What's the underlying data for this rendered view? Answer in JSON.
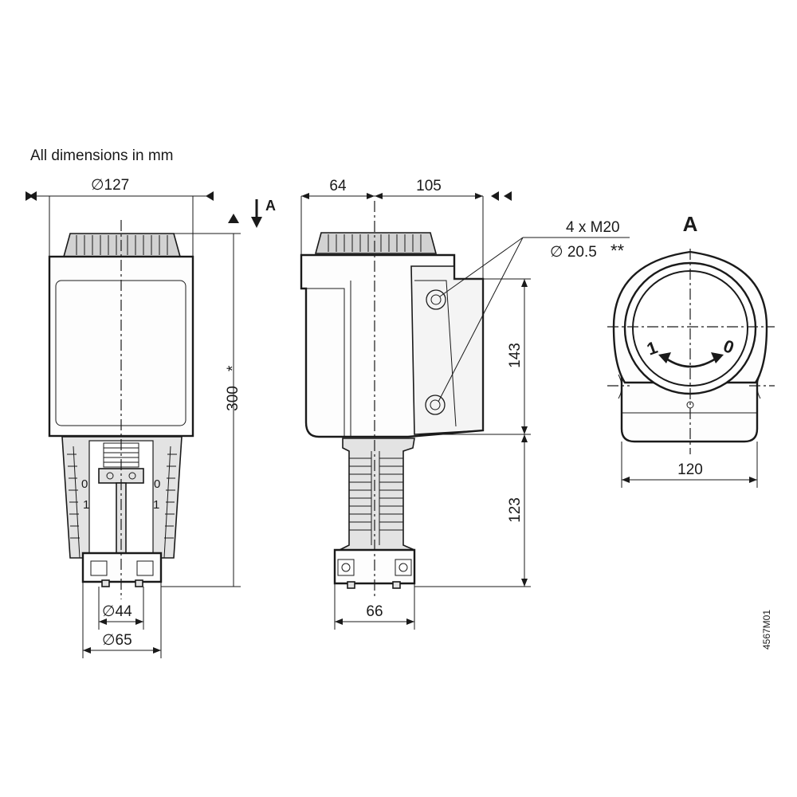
{
  "note": "All dimensions in mm",
  "views": {
    "front": {
      "diameter_top": "∅127",
      "height": "300",
      "height_mark": "*",
      "diameter_stem": "∅44",
      "diameter_base": "∅65",
      "scale_zero": "0",
      "scale_one": "1"
    },
    "side": {
      "depth_left": "64",
      "depth_right": "105",
      "height_upper": "143",
      "height_lower": "123",
      "base_width": "66",
      "cable_entries": "4 x M20",
      "cable_diameter": "∅ 20.5",
      "cable_mark": "**"
    },
    "view_a": {
      "arrow_label": "A",
      "title": "A",
      "width": "120",
      "position_one": "1",
      "position_zero": "0"
    }
  },
  "drawing_number": "4567M01"
}
